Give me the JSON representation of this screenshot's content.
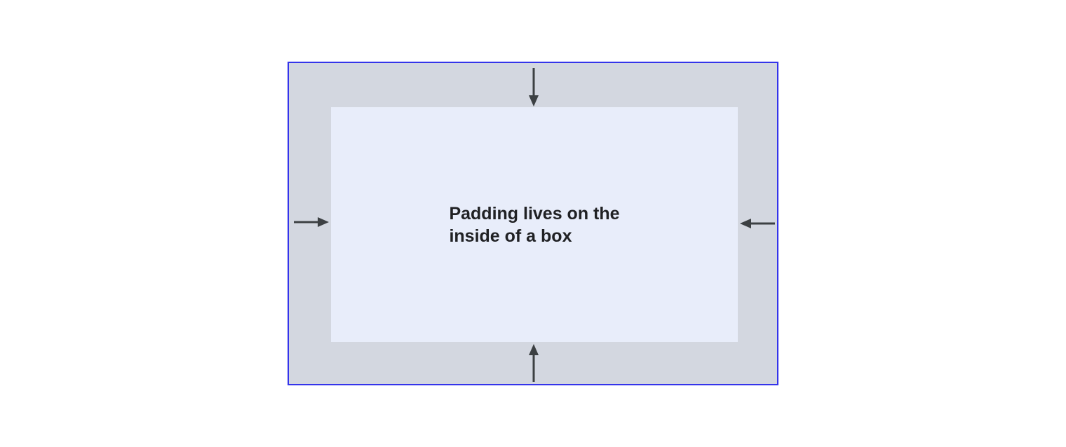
{
  "diagram": {
    "label": {
      "line1": "Padding lives on the",
      "line2": "inside of a box"
    },
    "colors": {
      "page_bg": "#ffffff",
      "outer_border": "#3434eb",
      "outer_bg": "#d3d7e0",
      "inner_bg": "#e8edfa",
      "arrow": "#3c4043",
      "text": "#202124"
    },
    "arrows": [
      {
        "side": "top",
        "icon": "arrow-down-icon",
        "direction": "down"
      },
      {
        "side": "bottom",
        "icon": "arrow-up-icon",
        "direction": "up"
      },
      {
        "side": "left",
        "icon": "arrow-right-icon",
        "direction": "right"
      },
      {
        "side": "right",
        "icon": "arrow-left-icon",
        "direction": "left"
      }
    ]
  }
}
